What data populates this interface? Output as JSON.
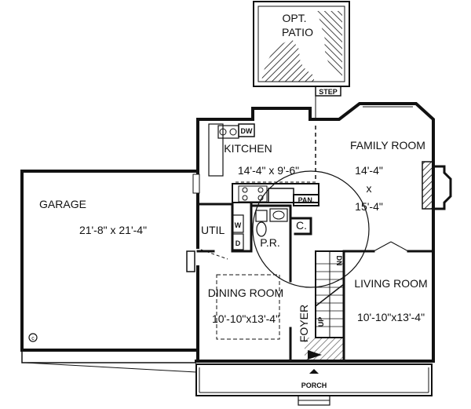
{
  "rooms": {
    "patio": {
      "line1": "OPT.",
      "line2": "PATIO"
    },
    "step": "STEP",
    "kitchen": {
      "name": "KITCHEN",
      "dim": "14'-4\" x 9'-6\""
    },
    "dw": "DW",
    "pan": "PAN.",
    "family": {
      "name": "FAMILY ROOM",
      "dim1": "14'-4\"",
      "x": "x",
      "dim2": "15'-4\""
    },
    "garage": {
      "name": "GARAGE",
      "dim": "21'-8\" x 21'-4\""
    },
    "util": "UTIL",
    "w": "W",
    "d": "D",
    "pr": "P.R.",
    "closet": "C.",
    "dining": {
      "name": "DINING ROOM",
      "dim": "10'-10\"x13'-4\""
    },
    "living": {
      "name": "LIVING ROOM",
      "dim": "10'-10\"x13'-4\""
    },
    "foyer": "FOYER",
    "up": "UP",
    "dn": "DN",
    "porch": "PORCH"
  }
}
